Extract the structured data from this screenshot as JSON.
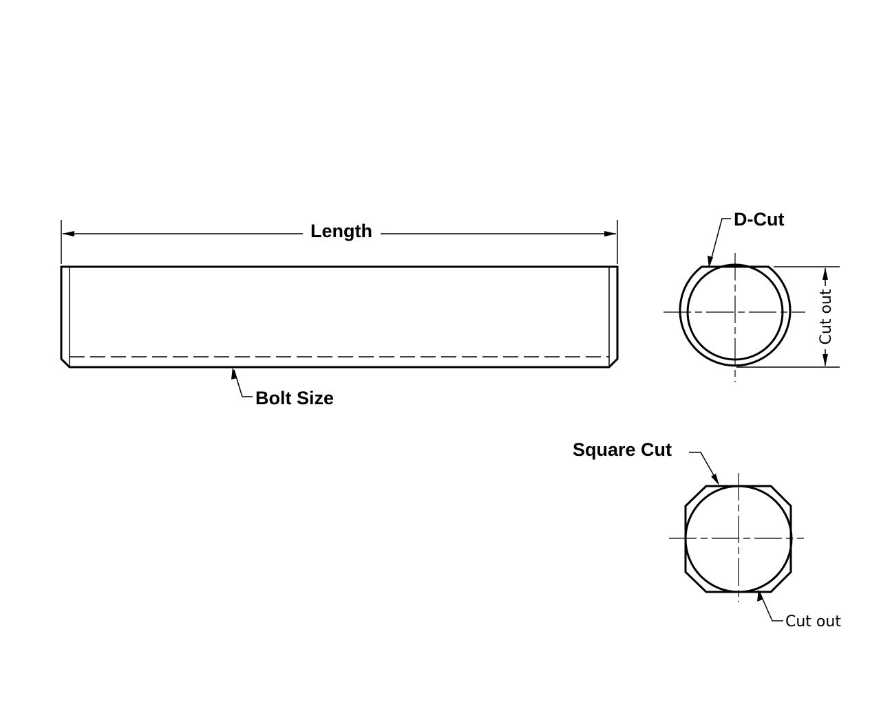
{
  "labels": {
    "length": "Length",
    "bolt_size": "Bolt Size",
    "d_cut": "D-Cut",
    "cut_out_vertical": "Cut out",
    "square_cut": "Square Cut",
    "cut_out_bottom": "Cut out"
  }
}
